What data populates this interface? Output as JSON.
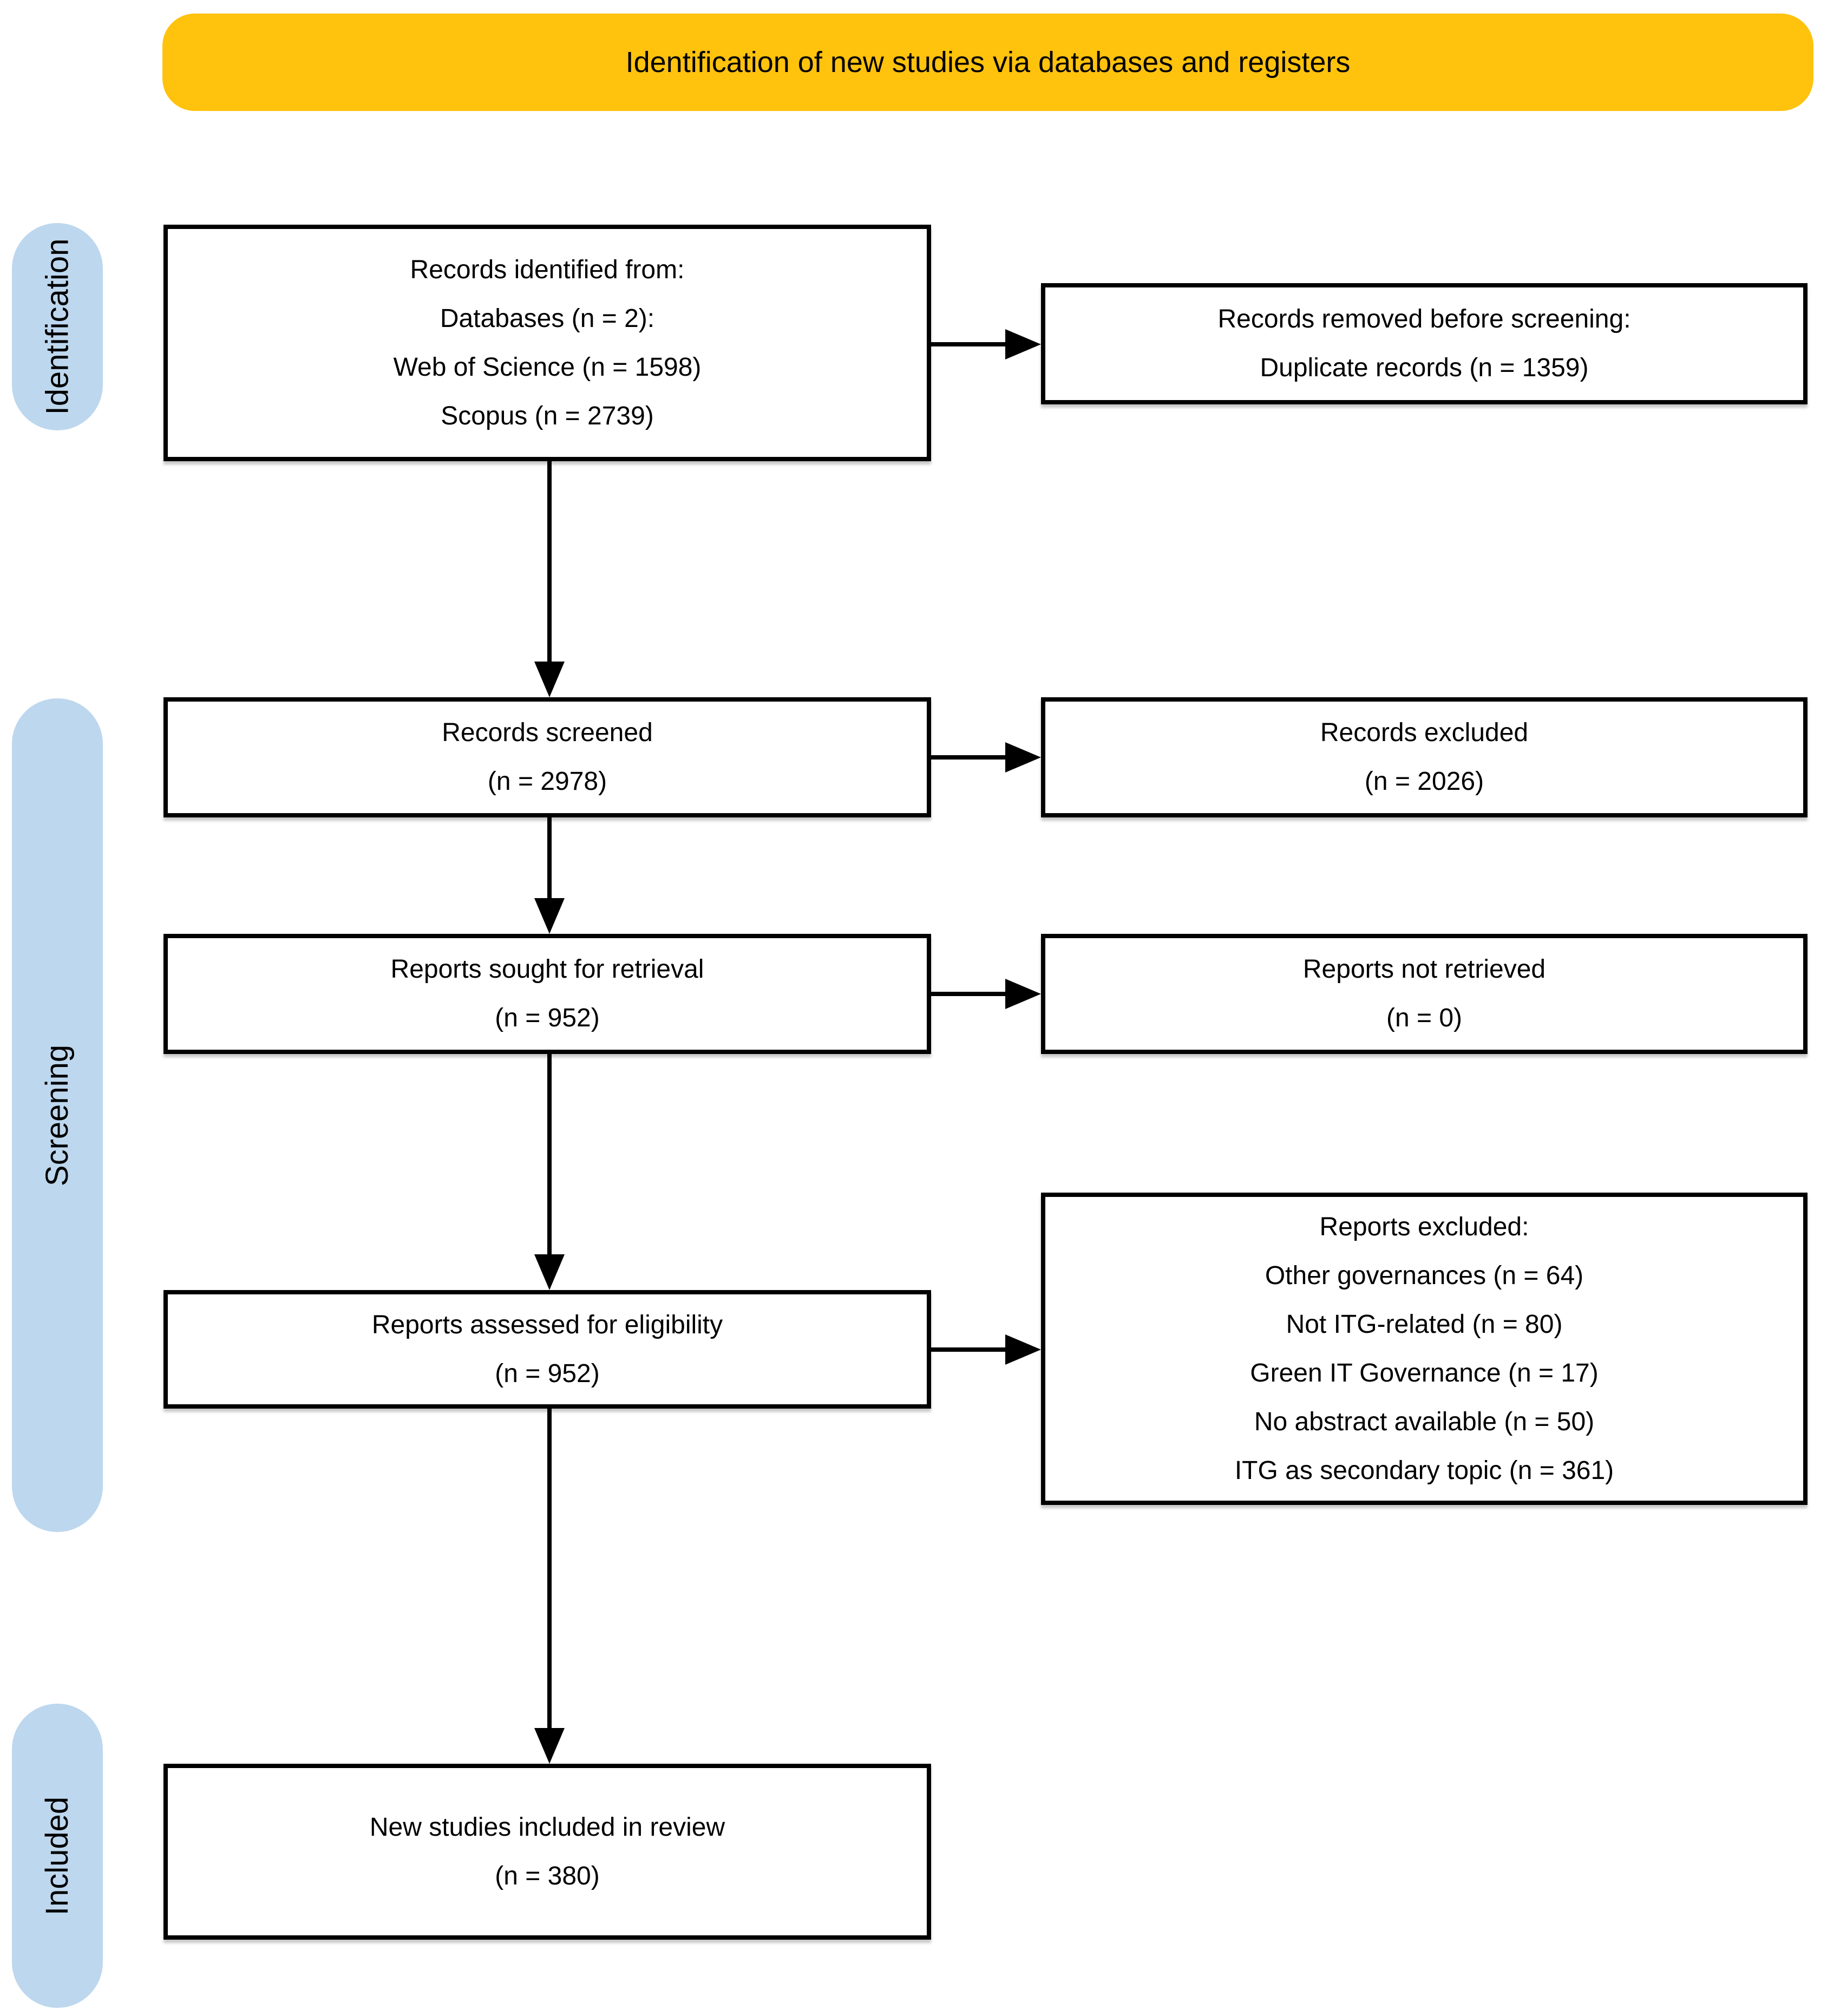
{
  "diagram_title": "Identification of new studies via databases and registers",
  "colors": {
    "header_bg": "#FFC20D",
    "stage_bg": "#BDD7EE",
    "box_bg": "#FFFFFF",
    "box_border": "#000000",
    "text": "#000000"
  },
  "stages": [
    {
      "id": "identification",
      "label": "Identification"
    },
    {
      "id": "screening",
      "label": "Screening"
    },
    {
      "id": "included",
      "label": "Included"
    }
  ],
  "boxes": {
    "records_identified": {
      "lines": [
        "Records identified from:",
        "Databases (n = 2):",
        "Web of Science (n = 1598)",
        "Scopus (n = 2739)"
      ]
    },
    "records_removed": {
      "lines": [
        "Records removed before screening:",
        "Duplicate records (n = 1359)"
      ]
    },
    "records_screened": {
      "lines": [
        "Records screened",
        "(n = 2978)"
      ]
    },
    "records_excluded": {
      "lines": [
        "Records excluded",
        "(n = 2026)"
      ]
    },
    "reports_sought": {
      "lines": [
        "Reports sought for retrieval",
        "(n = 952)"
      ]
    },
    "reports_not_retrieved": {
      "lines": [
        "Reports not retrieved",
        "(n = 0)"
      ]
    },
    "reports_assessed": {
      "lines": [
        "Reports assessed for eligibility",
        "(n = 952)"
      ]
    },
    "reports_excluded": {
      "lines": [
        "Reports excluded:",
        "Other governances (n = 64)",
        "Not ITG-related (n = 80)",
        "Green IT Governance (n = 17)",
        "No abstract available (n = 50)",
        "ITG as secondary topic (n = 361)"
      ]
    },
    "new_studies_included": {
      "lines": [
        "New studies included in review",
        "(n = 380)"
      ]
    }
  }
}
